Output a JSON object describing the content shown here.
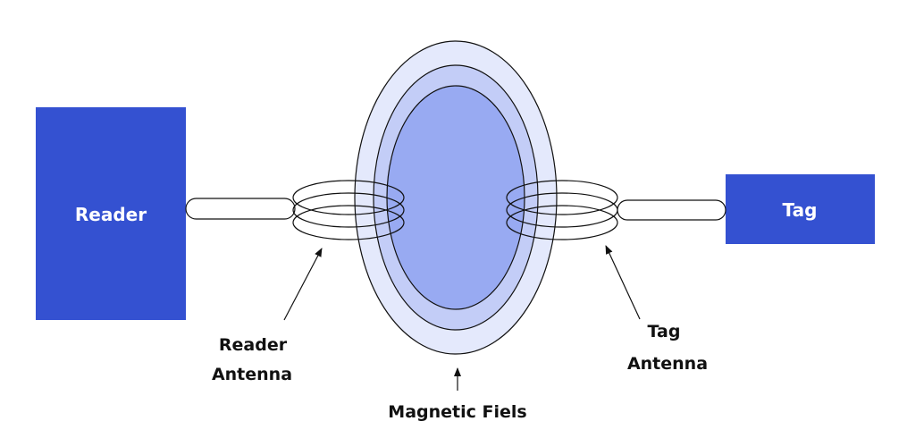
{
  "reader": {
    "label": "Reader"
  },
  "tag": {
    "label": "Tag"
  },
  "reader_antenna": {
    "line1": "Reader",
    "line2": "Antenna"
  },
  "tag_antenna": {
    "line1": "Tag",
    "line2": "Antenna"
  },
  "magnetic_field": {
    "label": "Magnetic Fiels"
  },
  "colors": {
    "box_fill": "#3451d1",
    "box_text": "#ffffff",
    "field_outer": "#e4e9fc",
    "field_middle": "#c3cdf7",
    "field_inner": "#98aaf2",
    "stroke": "#111111"
  }
}
